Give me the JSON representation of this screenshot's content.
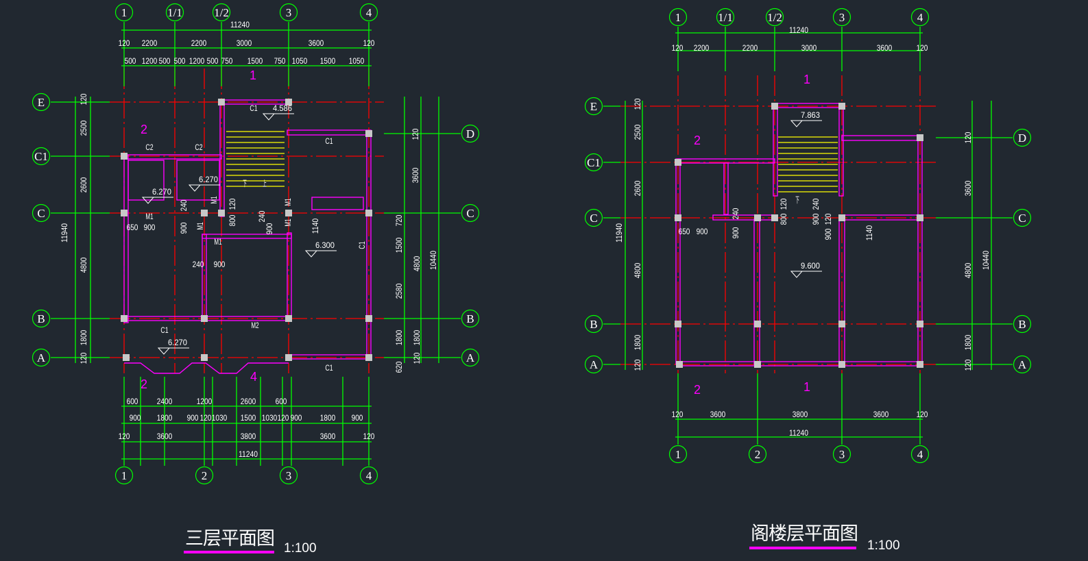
{
  "plans": [
    {
      "title": "三层平面图",
      "scale": "1:100",
      "axes_top": [
        "1",
        "1/1",
        "1/2",
        "3",
        "4"
      ],
      "axes_bottom": [
        "1",
        "2",
        "3",
        "4"
      ],
      "axes_left": [
        "E",
        "C1",
        "C",
        "B",
        "A"
      ],
      "axes_right": [
        "D",
        "C",
        "B",
        "A"
      ],
      "dims": [
        "11240",
        "120",
        "2200",
        "2200",
        "3000",
        "3600",
        "120",
        "500",
        "1200",
        "500",
        "500",
        "1200",
        "500",
        "750",
        "1500",
        "750",
        "1050",
        "1500",
        "1050",
        "11940",
        "120",
        "2500",
        "2600",
        "4800",
        "1800",
        "120",
        "120",
        "3600",
        "720",
        "1500",
        "2580",
        "1800",
        "620",
        "4800",
        "1800",
        "120",
        "10440",
        "600",
        "2400",
        "1200",
        "2600",
        "600",
        "900",
        "1800",
        "900",
        "120",
        "1030",
        "1500",
        "1030",
        "120",
        "900",
        "1800",
        "900",
        "120",
        "3600",
        "3800",
        "3600",
        "120",
        "11240",
        "650",
        "900",
        "240",
        "900",
        "240",
        "900",
        "1140",
        "120",
        "800",
        "240",
        "900"
      ],
      "labels": [
        "C1",
        "C2",
        "C2",
        "C1",
        "M1",
        "M1",
        "M1",
        "M1",
        "M1",
        "M1",
        "M2",
        "C1",
        "C1",
        "C1",
        "上",
        "下"
      ],
      "elevations": [
        "4.586",
        "6.270",
        "6.270",
        "6.300",
        "6.270"
      ],
      "sections": [
        "1",
        "2",
        "2",
        "4"
      ]
    },
    {
      "title": "阁楼层平面图",
      "scale": "1:100",
      "axes_top": [
        "1",
        "1/1",
        "1/2",
        "3",
        "4"
      ],
      "axes_bottom": [
        "1",
        "2",
        "3",
        "4"
      ],
      "axes_left": [
        "E",
        "C1",
        "C",
        "B",
        "A"
      ],
      "axes_right": [
        "D",
        "C",
        "B",
        "A"
      ],
      "dims": [
        "11240",
        "120",
        "2200",
        "2200",
        "3000",
        "3600",
        "120",
        "11940",
        "120",
        "2500",
        "2600",
        "4800",
        "1800",
        "120",
        "120",
        "3600",
        "4800",
        "1800",
        "120",
        "10440",
        "120",
        "3600",
        "3800",
        "3600",
        "120",
        "11240",
        "650",
        "900",
        "240",
        "900",
        "120",
        "800",
        "240",
        "900",
        "900",
        "120",
        "1140"
      ],
      "labels": [
        "下"
      ],
      "elevations": [
        "7.863",
        "9.600"
      ],
      "sections": [
        "1",
        "2",
        "2",
        "1"
      ]
    }
  ],
  "colors": {
    "background": "#212830",
    "dimension": "#00ff00",
    "axis": "#ff0000",
    "wall": "#ff00ff",
    "stair": "#ffff00",
    "column": "#c8c8c8"
  }
}
